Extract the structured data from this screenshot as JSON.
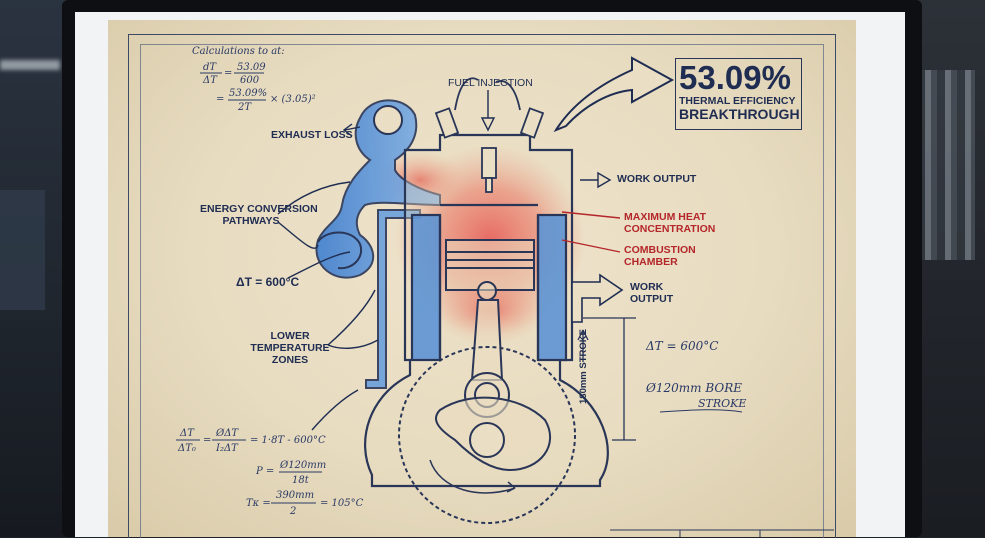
{
  "headline": {
    "percentage": "53.09%",
    "subtitle_line1": "THERMAL EFFICIENCY",
    "subtitle_line2": "BREAKTHROUGH"
  },
  "labels": {
    "fuel_injection": "FUEL INJECTION",
    "exhaust_loss": "EXHAUST LOSS",
    "energy_conversion_1": "ENERGY CONVERSION",
    "energy_conversion_2": "PATHWAYS",
    "delta_t": "ΔT = 600°C",
    "lower_temp_1": "LOWER",
    "lower_temp_2": "TEMPERATURE",
    "lower_temp_3": "ZONES",
    "work_output_top": "WORK OUTPUT",
    "max_heat_1": "MAXIMUM HEAT",
    "max_heat_2": "CONCENTRATION",
    "combustion_1": "COMBUSTION",
    "combustion_2": "CHAMBER",
    "work_output_mid_1": "WORK",
    "work_output_mid_2": "OUTPUT",
    "stroke_dim": "180mm STROKE"
  },
  "handwriting": {
    "calc_title": "Calculations to at:",
    "eq1_num": "dT",
    "eq1_den": "ΔT",
    "eq1_rhs_num": "53.09",
    "eq1_rhs_den": "600",
    "eq2_num": "53.09%",
    "eq2_den": "2T",
    "eq2_tail": "× (3.05)²",
    "right_dt": "ΔT = 600°C",
    "right_bore": "Ø120mm BORE",
    "right_stroke": "STROKE",
    "bl_eq1_lhs_num": "ΔT",
    "bl_eq1_lhs_den": "ΔT₀",
    "bl_eq1_mid_num": "ØΔT",
    "bl_eq1_mid_den": "I₂ΔT",
    "bl_eq1_tail": "= 1·8T - 600°C",
    "bl_eq2_lhs": "P =",
    "bl_eq2_num": "Ø120mm",
    "bl_eq2_den": "18t",
    "bl_eq3_lhs": "Tκ =",
    "bl_eq3_num": "390mm",
    "bl_eq3_den": "2",
    "bl_eq3_tail": "= 105°C"
  },
  "colors": {
    "ink": "#1f2d52",
    "hot": "#e23b35",
    "cool": "#4f8fd6",
    "paper": "#e9dec4"
  }
}
